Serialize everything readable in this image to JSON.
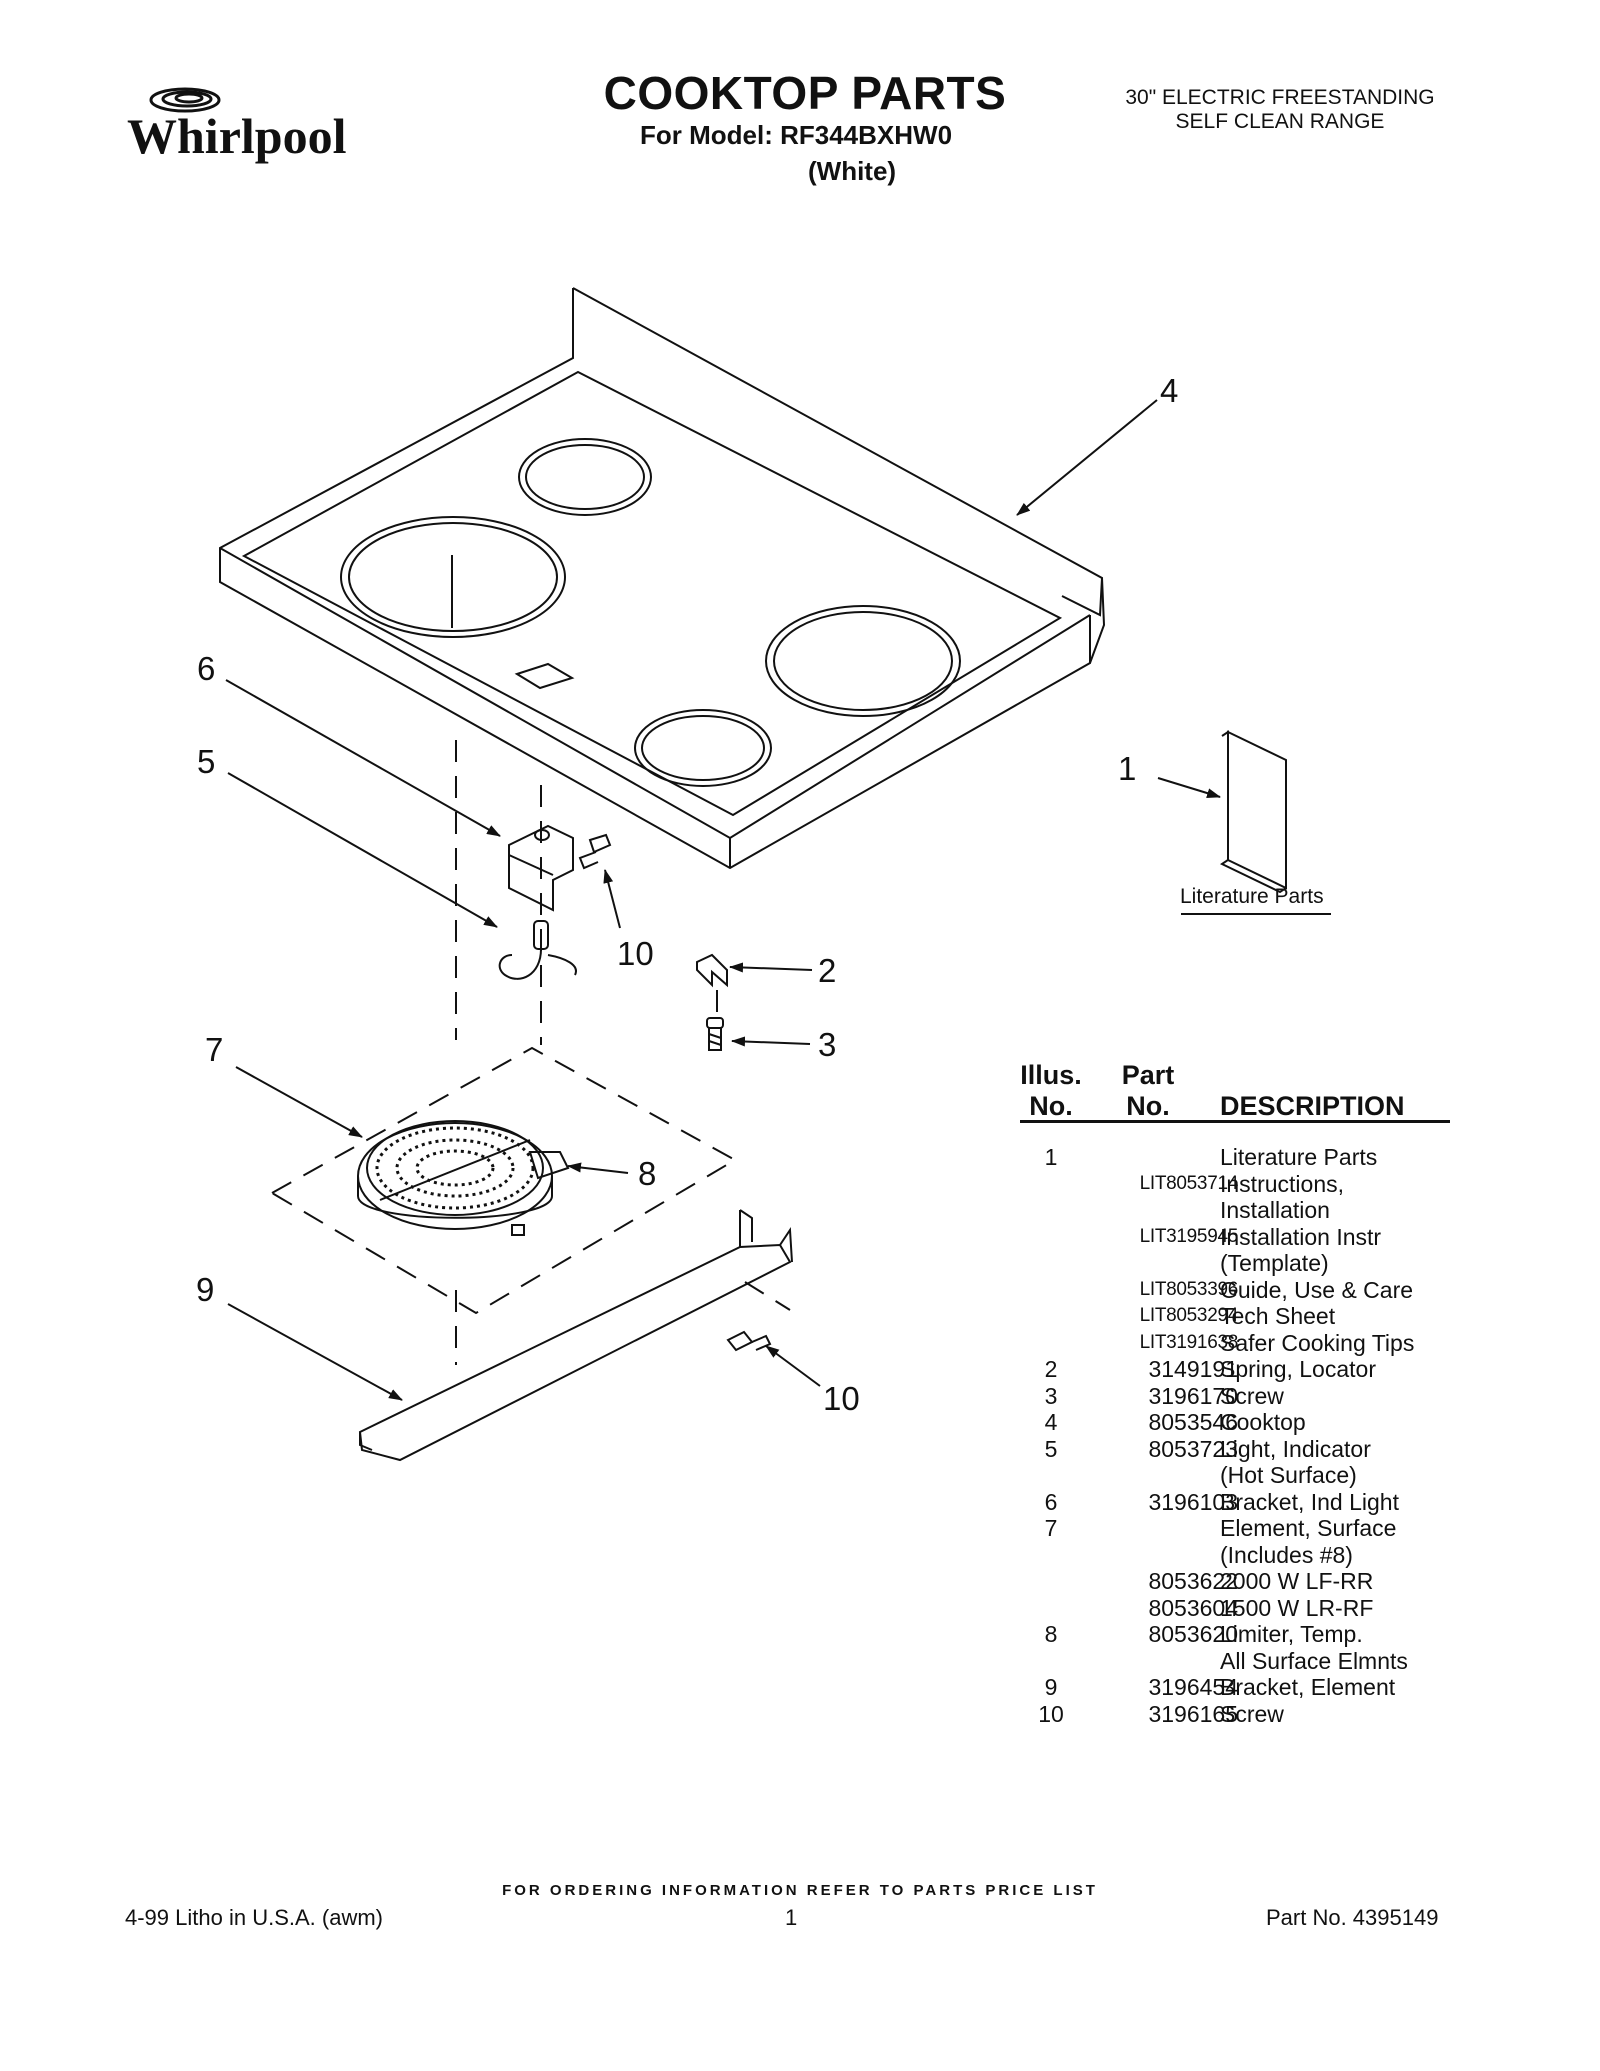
{
  "header": {
    "brand": "Whirlpool",
    "title": "COOKTOP PARTS",
    "model_line": "For Model: RF344BXHW0",
    "color_line": "(White)",
    "range_type_line1": "30\" ELECTRIC FREESTANDING",
    "range_type_line2": "SELF CLEAN RANGE"
  },
  "diagram": {
    "callouts": [
      "4",
      "6",
      "5",
      "10",
      "1",
      "2",
      "3",
      "7",
      "8",
      "9",
      "10"
    ],
    "literature_label": "Literature Parts"
  },
  "parts_table": {
    "headers": {
      "illus_line1": "Illus.",
      "illus_line2": "No.",
      "part_line1": "Part",
      "part_line2": "No.",
      "description": "DESCRIPTION"
    },
    "rows": [
      {
        "illus": "1",
        "part": "",
        "desc": "Literature Parts"
      },
      {
        "illus": "",
        "part": "LIT8053714",
        "desc": "Instructions,"
      },
      {
        "illus": "",
        "part": "",
        "desc": "Installation"
      },
      {
        "illus": "",
        "part": "LIT3195945",
        "desc": "Installation Instr"
      },
      {
        "illus": "",
        "part": "",
        "desc": "(Template)"
      },
      {
        "illus": "",
        "part": "LIT8053396",
        "desc": "Guide, Use & Care"
      },
      {
        "illus": "",
        "part": "LIT8053294",
        "desc": "Tech Sheet"
      },
      {
        "illus": "",
        "part": "LIT3191638",
        "desc": "Safer Cooking Tips"
      },
      {
        "illus": "2",
        "part": "3149191",
        "desc": "Spring, Locator"
      },
      {
        "illus": "3",
        "part": "3196170",
        "desc": "Screw"
      },
      {
        "illus": "4",
        "part": "8053546",
        "desc": "Cooktop"
      },
      {
        "illus": "5",
        "part": "8053723",
        "desc": "Light, Indicator"
      },
      {
        "illus": "",
        "part": "",
        "desc": "(Hot Surface)"
      },
      {
        "illus": "6",
        "part": "3196103",
        "desc": "Bracket, Ind Light"
      },
      {
        "illus": "7",
        "part": "",
        "desc": "Element, Surface"
      },
      {
        "illus": "",
        "part": "",
        "desc": "(Includes #8)"
      },
      {
        "illus": "",
        "part": "8053622",
        "desc": "2000 W LF-RR"
      },
      {
        "illus": "",
        "part": "8053604",
        "desc": "1500 W LR-RF"
      },
      {
        "illus": "8",
        "part": "8053620",
        "desc": "Limiter, Temp."
      },
      {
        "illus": "",
        "part": "",
        "desc": "All Surface Elmnts"
      },
      {
        "illus": "9",
        "part": "3196454",
        "desc": "Bracket, Element"
      },
      {
        "illus": "10",
        "part": "3196165",
        "desc": "Screw"
      }
    ]
  },
  "footer": {
    "order_note": "FOR ORDERING INFORMATION REFER TO PARTS PRICE LIST",
    "litho": "4-99 Litho in U.S.A. (awm)",
    "page": "1",
    "part_no": "Part No. 4395149"
  }
}
